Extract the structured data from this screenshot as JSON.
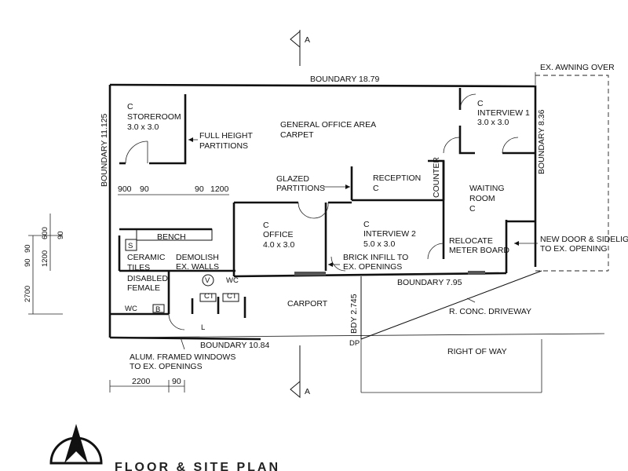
{
  "section_marks": {
    "top": "A",
    "bottom": "A"
  },
  "labels": {
    "ex_awning": "EX. AWNING OVER",
    "boundary_top": "BOUNDARY 18.79",
    "boundary_left": "BOUNDARY 11.125",
    "boundary_right": "BOUNDARY 8.36",
    "boundary_mid": "BOUNDARY 7.95",
    "boundary_bottom": "BOUNDARY 10.84",
    "bdy_side": "BDY 2.745",
    "storeroom_c": "C",
    "storeroom": "STOREROOM",
    "storeroom_size": "3.0 x 3.0",
    "full_height_1": "FULL HEIGHT",
    "full_height_2": "PARTITIONS",
    "general_office": "GENERAL OFFICE AREA",
    "carpet": "CARPET",
    "interview1_c": "C",
    "interview1": "INTERVIEW 1",
    "interview1_size": "3.0 x 3.0",
    "glazed_1": "GLAZED",
    "glazed_2": "PARTITIONS",
    "reception": "RECEPTION",
    "reception_c": "C",
    "counter": "COUNTER",
    "waiting_1": "WAITING",
    "waiting_2": "ROOM",
    "waiting_c": "C",
    "dim_900": "900",
    "dim_90a": "90",
    "dim_90b": "90",
    "dim_1200": "1200",
    "office_c": "C",
    "office": "OFFICE",
    "office_size": "4.0 x 3.0",
    "interview2_c": "C",
    "interview2": "INTERVIEW 2",
    "interview2_size": "5.0 x 3.0",
    "bench": "BENCH",
    "relocate_1": "RELOCATE",
    "relocate_2": "METER BOARD",
    "new_door_1": "NEW DOOR & SIDELIGH",
    "new_door_2": "TO EX. OPENING",
    "ceramic_1": "CERAMIC",
    "ceramic_2": "TILES",
    "demolish_1": "DEMOLISH",
    "demolish_2": "EX. WALLS",
    "brick_1": "BRICK INFILL TO",
    "brick_2": "EX. OPENINGS",
    "disabled_1": "DISABLED",
    "disabled_2": "FEMALE",
    "carport": "CARPORT",
    "driveway": "R. CONC. DRIVEWAY",
    "right_of_way": "RIGHT OF WAY",
    "dp": "DP",
    "alum_1": "ALUM. FRAMED WINDOWS",
    "alum_2": "TO EX. OPENINGS",
    "dim_2200": "2200",
    "dim_90c": "90",
    "dim_left_90": "90",
    "dim_left_600": "600",
    "dim_left_90b": "90",
    "dim_left_90c": "90",
    "dim_left_1200": "1200",
    "dim_left_2700": "2700",
    "s_mark": "S",
    "wc1": "WC",
    "wc2": "WC",
    "v_mark": "V",
    "ct1": "CT",
    "ct2": "CT",
    "b_mark": "B",
    "l_mark": "L",
    "bottom_title": "FLOOR & SITE PLAN"
  }
}
